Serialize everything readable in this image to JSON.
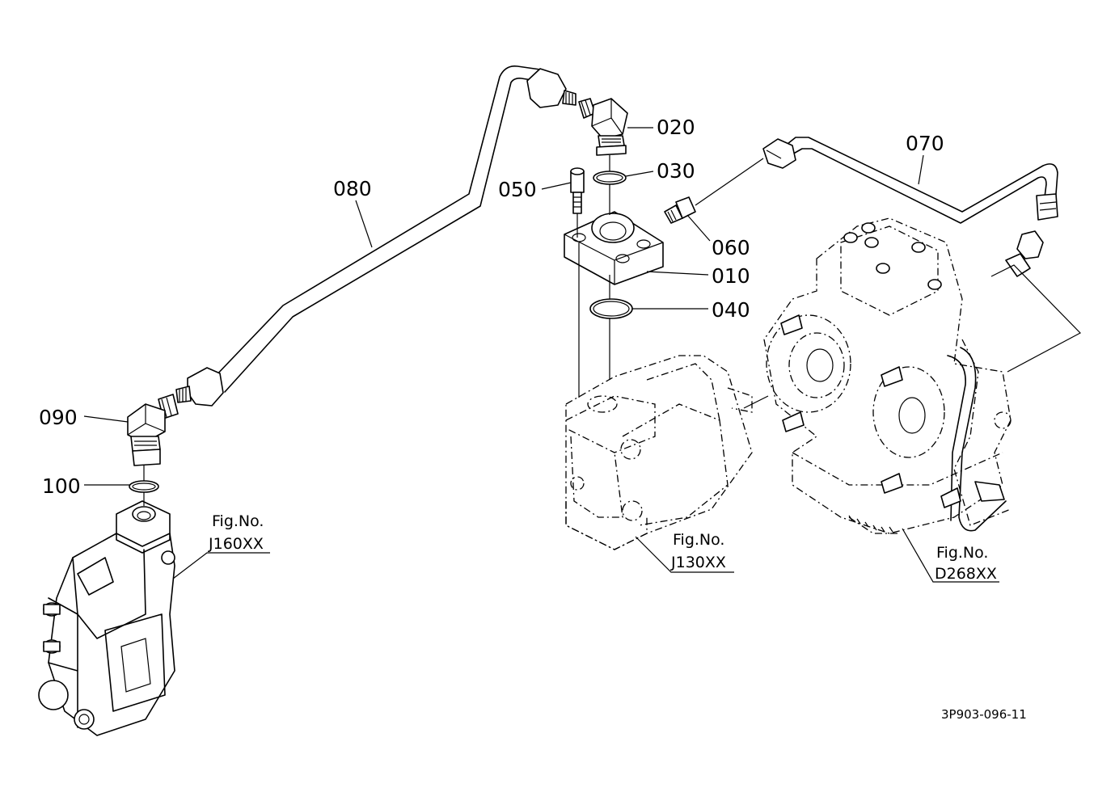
{
  "parts": [
    {
      "id": "p010",
      "label": "010"
    },
    {
      "id": "p020",
      "label": "020"
    },
    {
      "id": "p030",
      "label": "030"
    },
    {
      "id": "p040",
      "label": "040"
    },
    {
      "id": "p050",
      "label": "050"
    },
    {
      "id": "p060",
      "label": "060"
    },
    {
      "id": "p070",
      "label": "070"
    },
    {
      "id": "p080",
      "label": "080"
    },
    {
      "id": "p090",
      "label": "090"
    },
    {
      "id": "p100",
      "label": "100"
    }
  ],
  "references": [
    {
      "id": "ref-j160",
      "title": "Fig.No.",
      "number": "J160XX"
    },
    {
      "id": "ref-j130",
      "title": "Fig.No.",
      "number": "J130XX"
    },
    {
      "id": "ref-d268",
      "title": "Fig.No.",
      "number": "D268XX"
    }
  ],
  "diagram_code": "3P903-096-11"
}
